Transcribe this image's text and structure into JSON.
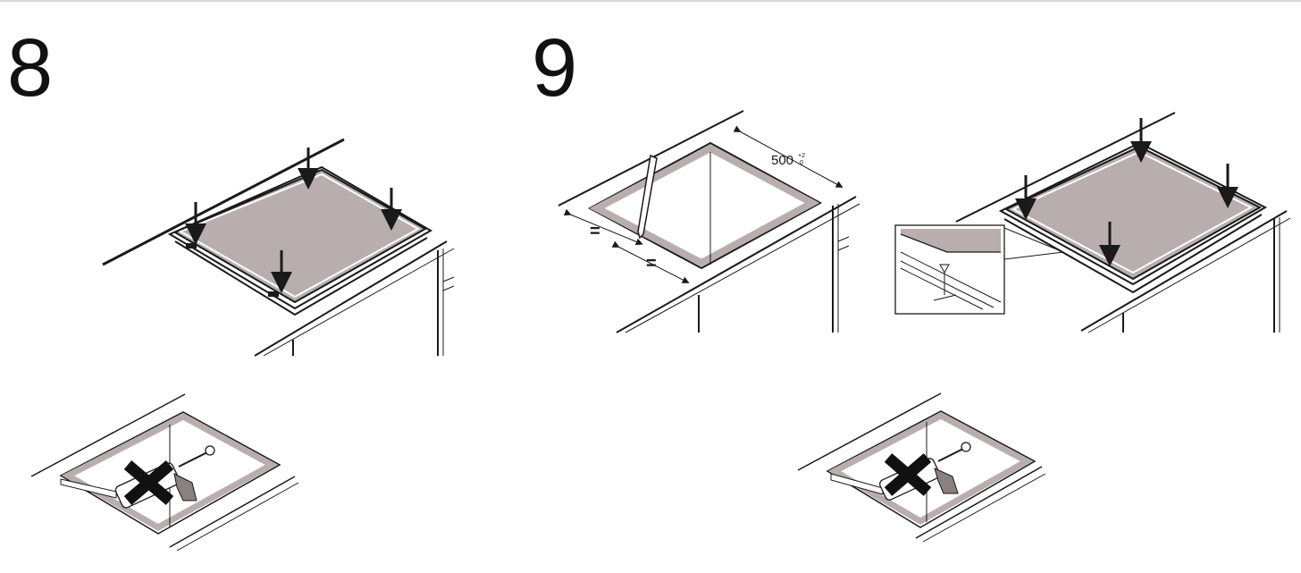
{
  "steps": [
    {
      "number": "8"
    },
    {
      "number": "9"
    }
  ],
  "dimension": {
    "value": "500",
    "tolerance_upper": "+2",
    "tolerance_lower": "0"
  },
  "equal_mark": "=",
  "colors": {
    "hob_fill": "#b8aeae",
    "line": "#1a1a1a",
    "forbidden_x": "#111111"
  },
  "icons": [
    "down-arrow-icon",
    "pencil-icon",
    "sealant-gun-icon",
    "forbidden-x-icon",
    "detail-callout-icon"
  ]
}
